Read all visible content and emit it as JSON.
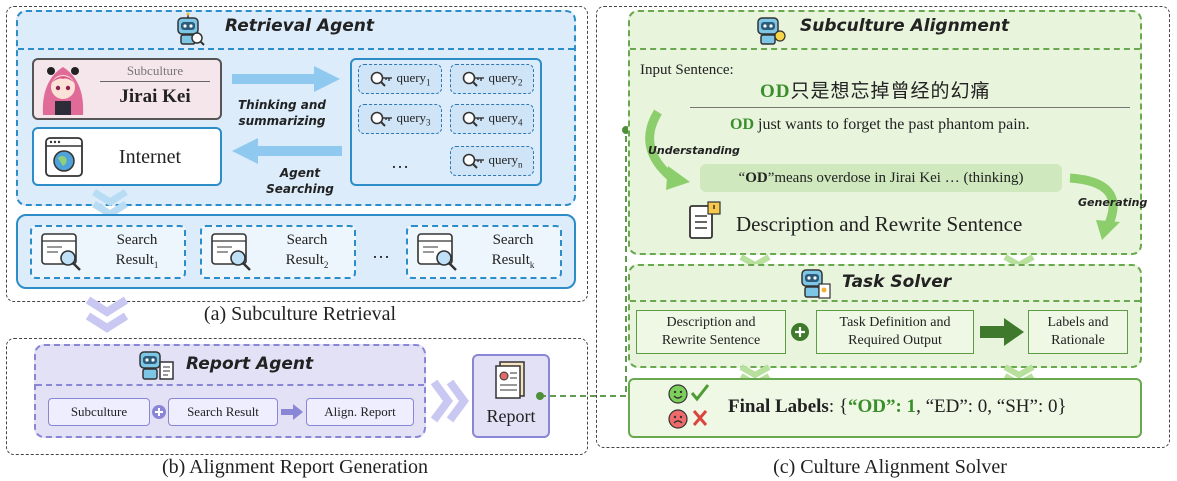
{
  "retrieval": {
    "agent_title": "Retrieval Agent",
    "subculture_label": "Subculture",
    "subculture_name": "Jirai Kei",
    "internet_label": "Internet",
    "thinking_label": "Thinking and summarizing",
    "searching_label": "Agent Searching",
    "query_word": "query",
    "query_subs": [
      "1",
      "2",
      "3",
      "4",
      "n"
    ],
    "ellipsis": "…",
    "search_result_line1": "Search",
    "search_result_line2": "Result",
    "search_result_subs": [
      "1",
      "2",
      "k"
    ],
    "caption": "(a) Subculture Retrieval"
  },
  "report": {
    "agent_title": "Report Agent",
    "chain": [
      "Subculture",
      "Search Result",
      "Align. Report"
    ],
    "report_label": "Report",
    "caption": "(b) Alignment Report Generation"
  },
  "alignment": {
    "title": "Subculture Alignment",
    "input_label": "Input Sentence:",
    "od_token": "OD",
    "sentence_cn": "只是想忘掉曾经的幻痛",
    "sentence_en": " just wants to forget the past phantom pain.",
    "understanding_label": "Understanding",
    "thinking_quote_open": "“",
    "thinking_quote_close": "”",
    "thinking_rest": " means overdose in Jirai Kei … (thinking)",
    "generating_label": "Generating",
    "desc_rewrite": "Description and Rewrite Sentence"
  },
  "solver": {
    "title": "Task Solver",
    "box1": [
      "Description and",
      "Rewrite Sentence"
    ],
    "box2": [
      "Task Definition and",
      "Required Output"
    ],
    "box3": [
      "Labels and",
      "Rationale"
    ],
    "final_label": "Final Labels",
    "final_colon": ": ",
    "final_open": "{",
    "final_od": "“OD”: 1",
    "final_rest": ", “ED”: 0, “SH”: 0}",
    "caption": "(c) Culture Alignment Solver"
  },
  "colors": {
    "blue": "#2d8dc9",
    "green": "#6aa84f",
    "purple": "#8a86d6",
    "od_green": "#3a8f2c"
  }
}
